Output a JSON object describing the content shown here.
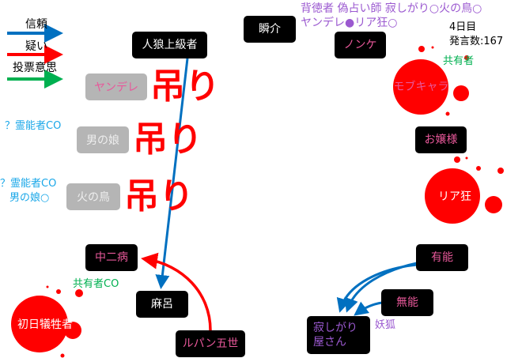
{
  "legend": {
    "trust": "信頼",
    "doubt": "疑い",
    "vote": "投票意思"
  },
  "colors": {
    "trust": "#0070c0",
    "doubt": "#ff0000",
    "vote": "#00b050",
    "blood": "#ff0000"
  },
  "status": {
    "day": "4日目",
    "posts": "発言数:167"
  },
  "roles_line1": "背徳者 偽占い師 寂しがり○火の鳥○",
  "roles_line2": "ヤンデレ●リア狂○",
  "nodes": {
    "werewolf_senior": "人狼上級者",
    "shunsuke": "瞬介",
    "nonke": "ノンケ",
    "mob": "モブキャラ",
    "ojousama": "お嬢様",
    "riakyou": "リア狂",
    "chuunibyou": "中二病",
    "maro": "麻呂",
    "first_victim": "初日犠牲者",
    "lupin": "ルパン五世",
    "yuunou": "有能",
    "munou": "無能",
    "sabishigari": "寂しがり屋さん"
  },
  "dead_nodes": {
    "yandere": "ヤンデレ",
    "otokonoko": "男の娘",
    "hinotori": "火の鳥"
  },
  "hang_label": "吊り",
  "notes": {
    "medium1": "？霊能者CO",
    "medium2": "？霊能者CO",
    "otokonoko_white": "男の娘○",
    "mason": "共有者",
    "mason_co": "共有者CO",
    "fox": "妖狐"
  }
}
